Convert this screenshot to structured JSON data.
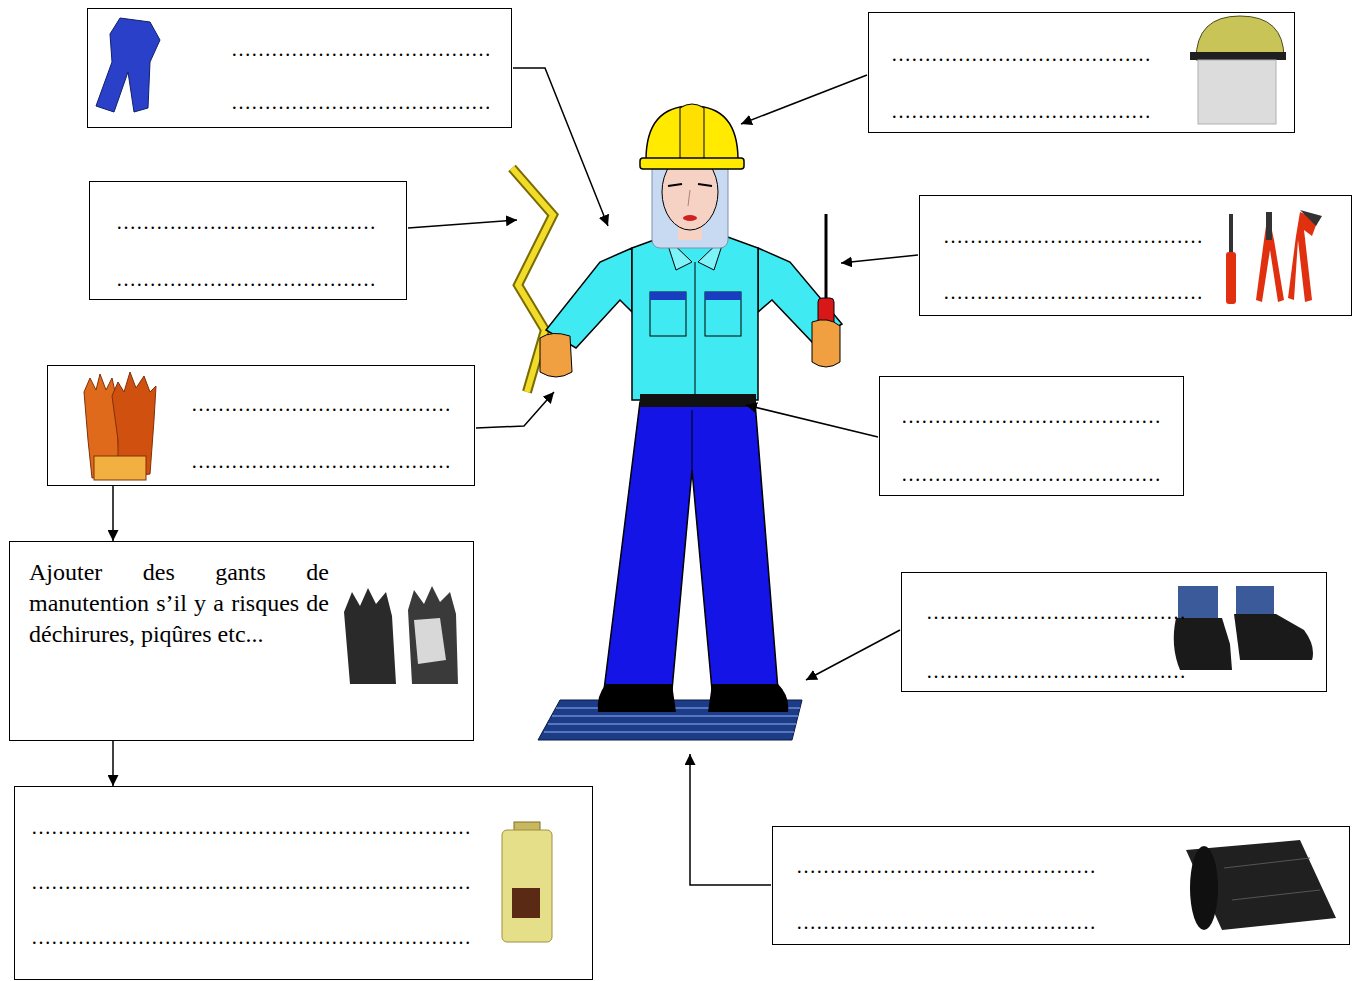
{
  "diagram": {
    "nodes": [
      {
        "text": [
          "…………………………………",
          "…………………………………"
        ]
      },
      {
        "text": [
          "…………………………………",
          "…………………………………"
        ]
      },
      {
        "text": [
          "…………………………………",
          "…………………………………"
        ]
      },
      {
        "text": [
          "…………………………………",
          "…………………………………"
        ]
      },
      {
        "text": [
          "…………………………………",
          "…………………………………"
        ]
      },
      {
        "text": [
          "…………………………………",
          "…………………………………"
        ]
      },
      {
        "text": [
          "Ajouter des gants de manutention s’il y a risques de déchirures, piqûres etc..."
        ]
      },
      {
        "text": [
          "…………………………………",
          "…………………………………"
        ]
      },
      {
        "text": [
          "…………………………………………………………",
          "…………………………………………………………",
          "…………………………………………………………"
        ]
      },
      {
        "text": [
          "………………………………………",
          "………………………………………"
        ]
      }
    ],
    "edges": [
      {
        "from": 4,
        "to": 6,
        "arrow": "to"
      },
      {
        "from": 6,
        "to": 8,
        "arrow": "to"
      }
    ]
  }
}
